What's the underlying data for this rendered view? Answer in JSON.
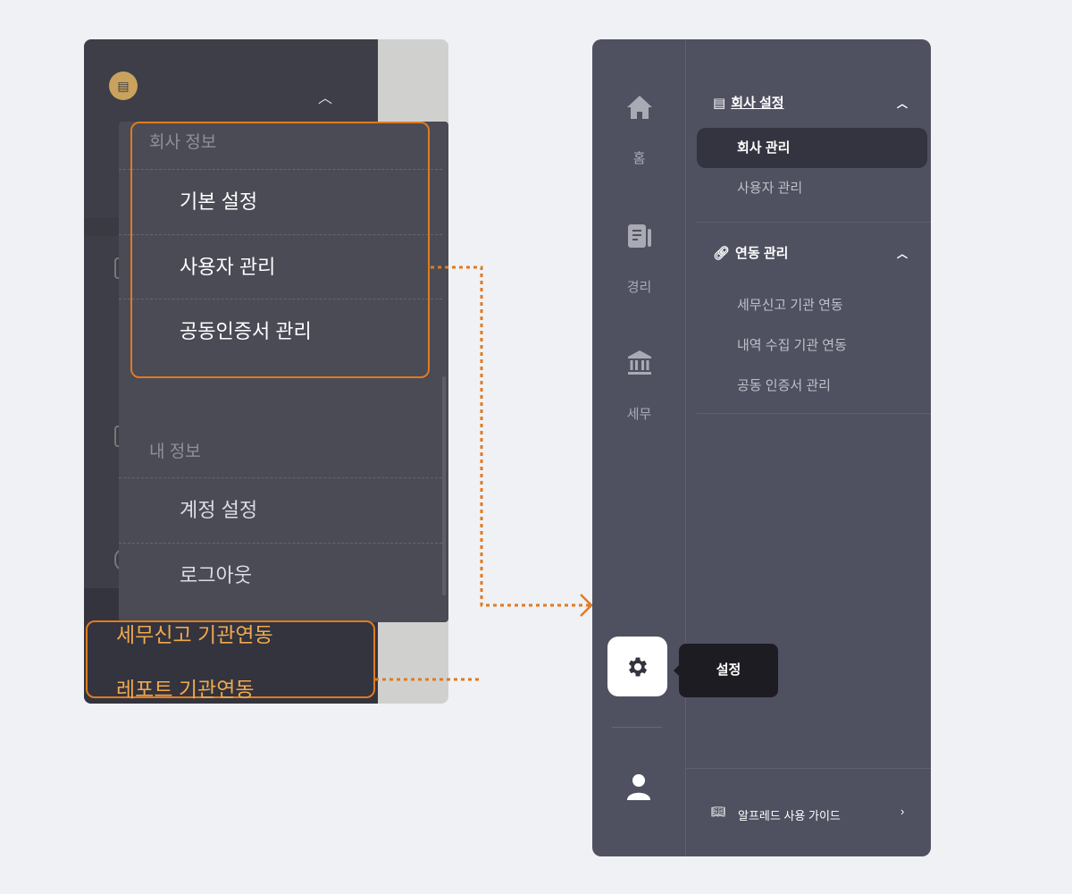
{
  "left_panel": {
    "badge_icon": "building-icon",
    "dropdown": {
      "section1": "회사 정보",
      "items1": [
        "기본 설정",
        "사용자 관리",
        "공동인증서 관리"
      ],
      "section2": "내 정보",
      "items2": [
        "계정 설정",
        "로그아웃"
      ]
    },
    "highlighted_links": [
      "세무신고 기관연동",
      "레포트 기관연동"
    ]
  },
  "right_panel": {
    "rail": [
      {
        "label": "홈",
        "icon": "home-icon"
      },
      {
        "label": "경리",
        "icon": "ledger-icon"
      },
      {
        "label": "세무",
        "icon": "bank-icon"
      }
    ],
    "settings_tooltip": "설정",
    "groups": [
      {
        "title": "회사 설정",
        "icon": "building-icon",
        "items": [
          "회사 관리",
          "사용자 관리"
        ],
        "active": "회사 관리"
      },
      {
        "title": "연동 관리",
        "icon": "link-icon",
        "items": [
          "세무신고 기관 연동",
          "내역 수집 기관 연동",
          "공동 인증서 관리"
        ]
      }
    ],
    "guide": "알프레드 사용 가이드"
  },
  "colors": {
    "highlight": "#e07b20",
    "panel": "#4f5060"
  }
}
